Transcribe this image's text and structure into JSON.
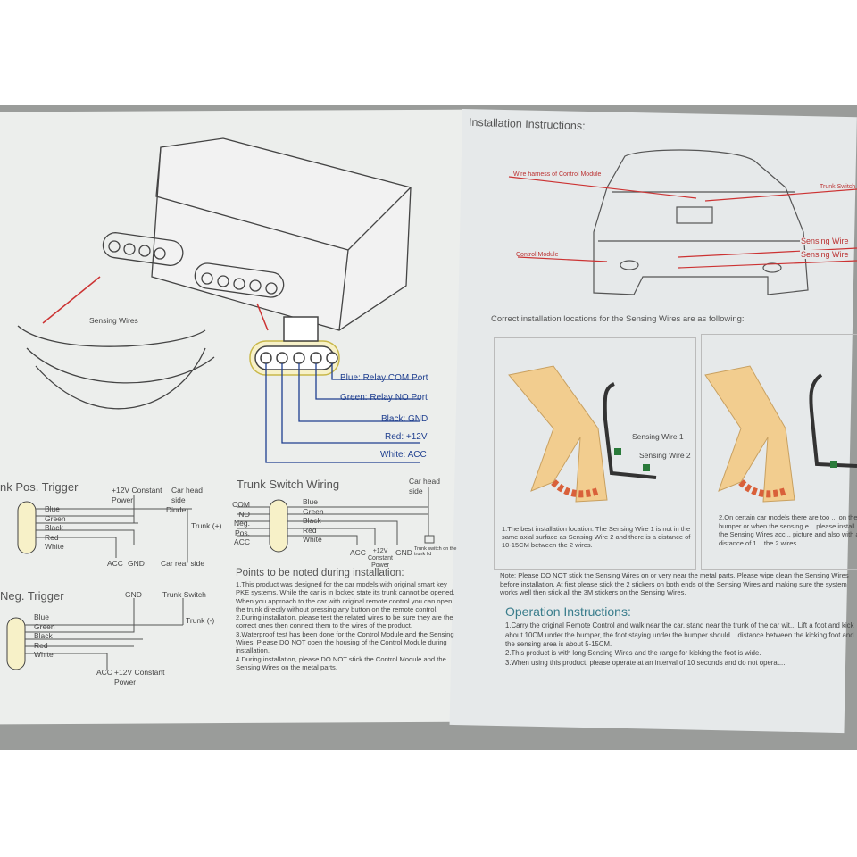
{
  "left_panel": {
    "sensing_wires_label": "Sensing Wires",
    "connector_pins": [
      "Blue: Relay COM Port",
      "Green: Relay NO Port",
      "Black: GND",
      "Red: +12V",
      "White: ACC"
    ],
    "pos_trigger": {
      "title": "nk Pos. Trigger",
      "power": "+12V Constant Power",
      "car_head": "Car head side",
      "diode": "Diode",
      "trunk": "Trunk (+)",
      "wires": [
        "Blue",
        "Green",
        "Black",
        "Red",
        "White"
      ],
      "acc": "ACC",
      "gnd": "GND",
      "car_rear": "Car rear side"
    },
    "trunk_switch": {
      "title": "Trunk Switch Wiring",
      "car_head": "Car head side",
      "ports": [
        "COM",
        "NO",
        "Neg.",
        "Pos.",
        "ACC"
      ],
      "wires": [
        "Blue",
        "Green",
        "Black",
        "Red",
        "White"
      ],
      "acc": "ACC",
      "power": "+12V Constant Power",
      "gnd": "GND",
      "switch": "Trunk switch on the trunk lid"
    },
    "neg_trigger": {
      "title": "Neg. Trigger",
      "gnd": "GND",
      "trunk_switch": "Trunk Switch",
      "trunk": "Trunk (-)",
      "wires": [
        "Blue",
        "Green",
        "Black",
        "Red",
        "White"
      ],
      "acc": "ACC",
      "power": "+12V Constant Power"
    },
    "points": {
      "title": "Points to be noted during installation:",
      "items": [
        "1.This product was designed for the car models with original smart key PKE systems. While the car is in locked state its trunk cannot be opened. When you approach to the car with original remote control you can open the trunk directly without pressing any button on the remote control.",
        "2.During installation, please test the related wires to be sure they are the correct ones then connect them to the wires of the product.",
        "3.Waterproof test has been done for the Control Module and the Sensing Wires. Please DO NOT open the housing of the Control Module during installation.",
        "4.During installation, please DO NOT stick the Control Module and the Sensing Wires on the metal parts."
      ]
    }
  },
  "right_panel": {
    "title": "Installation Instructions:",
    "car_labels": [
      "Wire harness of Control Module",
      "Trunk Switch",
      "Control Module",
      "Sensing Wire",
      "Sensing Wire"
    ],
    "locations_title": "Correct installation locations for the Sensing Wires are as following:",
    "wire1": "Sensing Wire 1",
    "wire2": "Sensing Wire 2",
    "loc1": "1.The best installation location: The Sensing Wire 1 is not in the same axial surface as Sensing Wire 2 and there is a distance of 10-15CM between the 2 wires.",
    "loc2": "2.On certain car models there are too ... on the bumper or when the sensing e... please install the Sensing Wires acc... picture and also with a distance of 1... the 2 wires.",
    "note": "Note: Please DO NOT stick the Sensing Wires on or very near the metal parts. Please wipe clean the Sensing Wires before installation. At first please stick the 2 stickers on both ends of the Sensing Wires and making sure the system works well then stick all the 3M stickers on the Sensing Wires.",
    "operation_title": "Operation Instructions:",
    "operation_items": [
      "1.Carry the original Remote Control and walk near the car, stand near the trunk of the car wit... Lift a foot and kick about 10CM under the bumper, the foot staying under the bumper should... distance between the kicking foot and the sensing area is about 5-15CM.",
      "2.This product is with long Sensing Wires and the range for kicking the foot is wide.",
      "3.When using this product, please operate at an interval of 10 seconds and do not operat..."
    ]
  }
}
